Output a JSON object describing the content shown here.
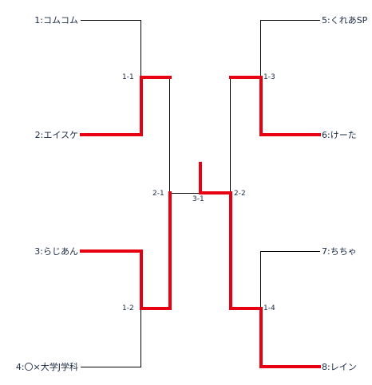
{
  "players": [
    {
      "seed": "1",
      "name": "1:コムコム"
    },
    {
      "seed": "2",
      "name": "2:エイスケ"
    },
    {
      "seed": "3",
      "name": "3:らじあん"
    },
    {
      "seed": "4",
      "name": "4:〇×大学J学科"
    },
    {
      "seed": "5",
      "name": "5:くれあSP"
    },
    {
      "seed": "6",
      "name": "6:けーた"
    },
    {
      "seed": "7",
      "name": "7:ちちゃ"
    },
    {
      "seed": "8",
      "name": "8:レイン"
    }
  ],
  "matches": {
    "m1_1": "1-1",
    "m1_2": "1-2",
    "m1_3": "1-3",
    "m1_4": "1-4",
    "m2_1": "2-1",
    "m2_2": "2-2",
    "m3_1": "3-1"
  },
  "colors": {
    "line": "#000000",
    "winner_path": "#e60012",
    "text": "#1a2a40"
  }
}
